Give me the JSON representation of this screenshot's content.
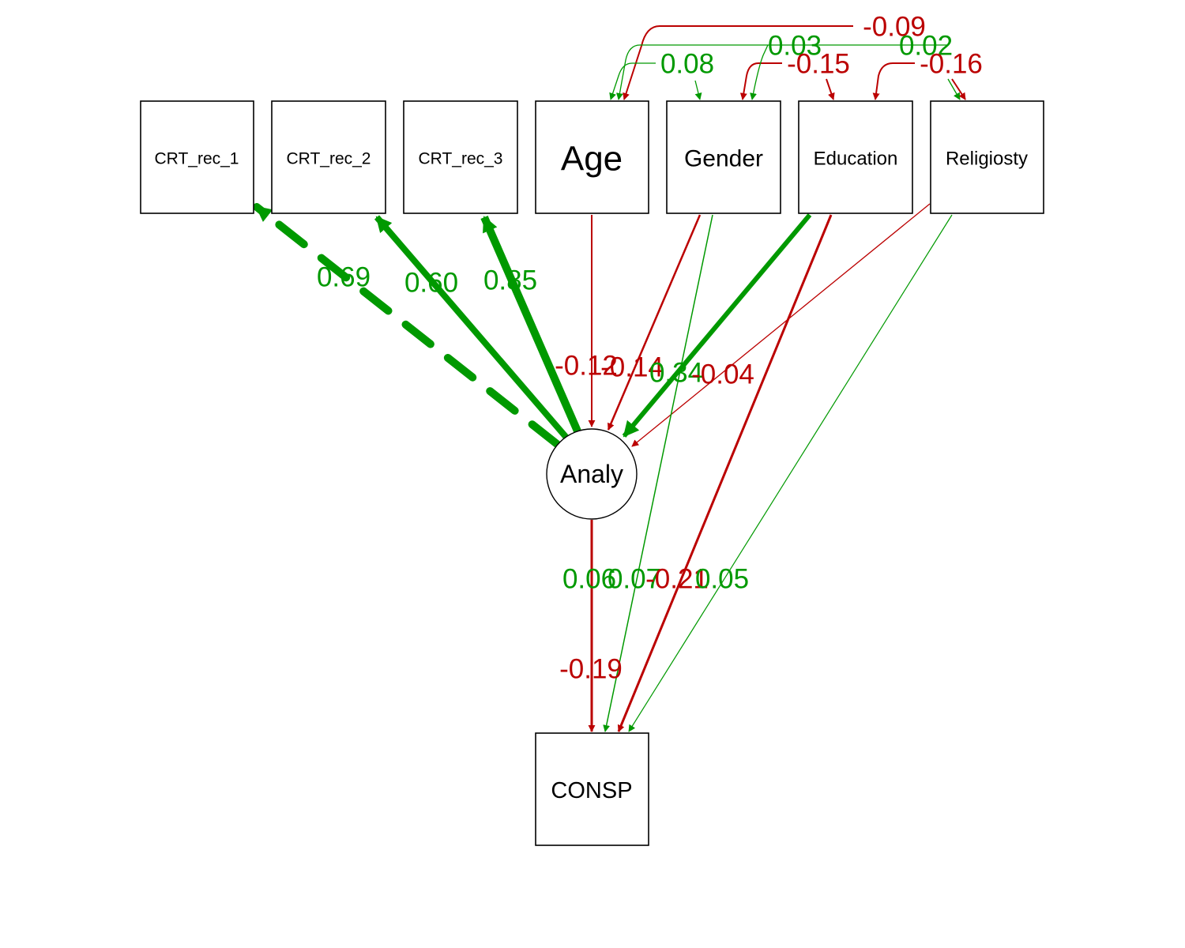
{
  "colors": {
    "positive": "#009900",
    "negative": "#bb0000",
    "node_border": "#000000"
  },
  "nodes": {
    "crt1": "CRT_rec_1",
    "crt2": "CRT_rec_2",
    "crt3": "CRT_rec_3",
    "age": "Age",
    "gender": "Gender",
    "education": "Education",
    "religiosty": "Religiosty",
    "analy": "Analy",
    "consp": "CONSP"
  },
  "edges": {
    "analy_crt1": {
      "from": "Analy",
      "to": "CRT_rec_1",
      "label": "0.69",
      "sign": "positive",
      "style": "dashed"
    },
    "analy_crt2": {
      "from": "Analy",
      "to": "CRT_rec_2",
      "label": "0.60",
      "sign": "positive",
      "style": "solid"
    },
    "analy_crt3": {
      "from": "Analy",
      "to": "CRT_rec_3",
      "label": "0.85",
      "sign": "positive",
      "style": "solid"
    },
    "age_analy": {
      "from": "Age",
      "to": "Analy",
      "label": "-0.12",
      "sign": "negative"
    },
    "gender_analy": {
      "from": "Gender",
      "to": "Analy",
      "label": "-0.14",
      "sign": "negative"
    },
    "education_analy": {
      "from": "Education",
      "to": "Analy",
      "label": "0.34",
      "sign": "positive"
    },
    "religiosty_analy": {
      "from": "Religiosty",
      "to": "Analy",
      "label": "-0.04",
      "sign": "negative"
    },
    "analy_consp": {
      "from": "Analy",
      "to": "CONSP",
      "label": "-0.19",
      "sign": "negative"
    },
    "age_consp": {
      "from": "Age",
      "to": "CONSP",
      "label": "0.06",
      "sign": "positive"
    },
    "gender_consp": {
      "from": "Gender",
      "to": "CONSP",
      "label": "0.07",
      "sign": "positive"
    },
    "education_consp": {
      "from": "Education",
      "to": "CONSP",
      "label": "-0.21",
      "sign": "negative"
    },
    "religiosty_consp": {
      "from": "Religiosty",
      "to": "CONSP",
      "label": "0.05",
      "sign": "positive"
    },
    "age_gender": {
      "from": "Age",
      "to": "Gender",
      "label": "0.08",
      "sign": "positive"
    },
    "age_education": {
      "from": "Age",
      "to": "Education",
      "label": "0.03",
      "sign": "positive"
    },
    "age_religiosty": {
      "from": "Age",
      "to": "Religiosty",
      "label": "-0.09",
      "sign": "negative"
    },
    "gender_education": {
      "from": "Gender",
      "to": "Education",
      "label": "-0.15",
      "sign": "negative"
    },
    "gender_religiosty": {
      "from": "Gender",
      "to": "Religiosty",
      "label": "0.02",
      "sign": "positive"
    },
    "education_religiosty": {
      "from": "Education",
      "to": "Religiosty",
      "label": "-0.16",
      "sign": "negative"
    }
  }
}
